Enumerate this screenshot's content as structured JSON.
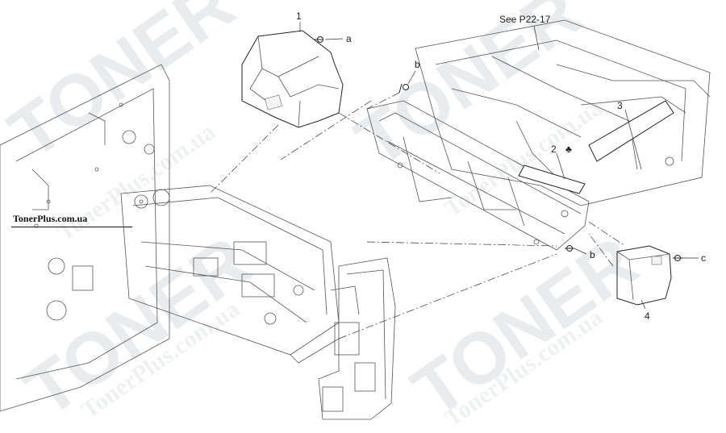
{
  "brand_label": "TonerPlus.com.ua",
  "watermarks": {
    "logo_text": "TONER",
    "site_text": "TonerPlus.com.ua"
  },
  "callouts": {
    "part_1": "1",
    "part_2": "2",
    "part_3": "3",
    "part_4": "4",
    "screw_a": "a",
    "screw_b_top": "b",
    "screw_b_lower": "b",
    "screw_c": "c",
    "see_ref": "See P22-17"
  }
}
